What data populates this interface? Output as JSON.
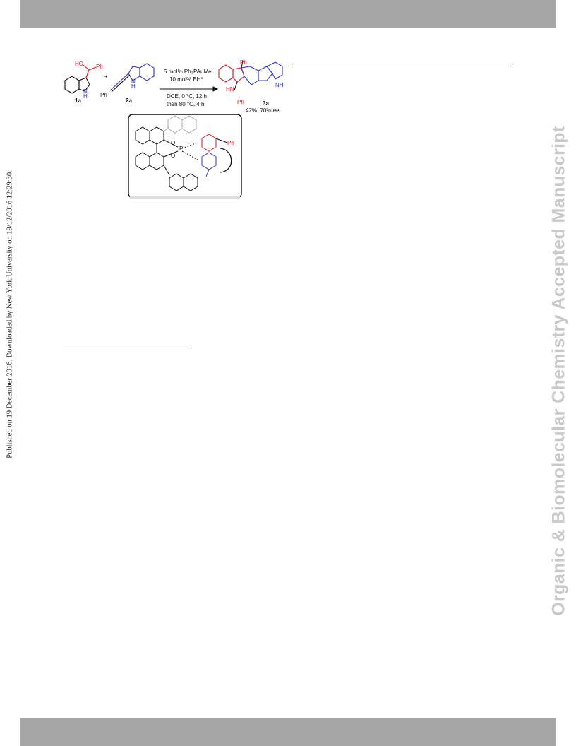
{
  "margin": {
    "left_text": "Published on 19 December 2016. Downloaded by New York University on 19/12/2016 12:29:30.",
    "right_text": "Organic & Biomolecular Chemistry Accepted Manuscript"
  },
  "scheme": {
    "conditions_line1": "5 mol% Ph₃PAuMe",
    "conditions_line2": "10 mol% BH*",
    "conditions_line3": "DCE, 0 °C, 12 h",
    "conditions_line4": "then 80 °C, 4 h",
    "plus": "+",
    "compound_1a": "1a",
    "compound_2a": "2a",
    "compound_3a": "3a",
    "yield_ee": "42%, 70% ee",
    "atom_HO": "HO",
    "atom_Ph_1a": "Ph",
    "atom_NH_1a": "N\nH",
    "atom_Ph_2a": "Ph",
    "atom_NH_2a": "N\nH",
    "atom_Ph_3a_top": "Ph",
    "atom_Ph_3a_bottom": "Ph",
    "atom_HN_3a": "HN",
    "atom_NH_3a": "NH",
    "ts_O1": "O",
    "ts_O2": "O",
    "ts_P": "P",
    "ts_Ph": "Ph"
  },
  "colors": {
    "red": "#e0141c",
    "blue": "#2a34c8",
    "band": "#a6a6a6",
    "watermark": "#c8c8c8"
  }
}
